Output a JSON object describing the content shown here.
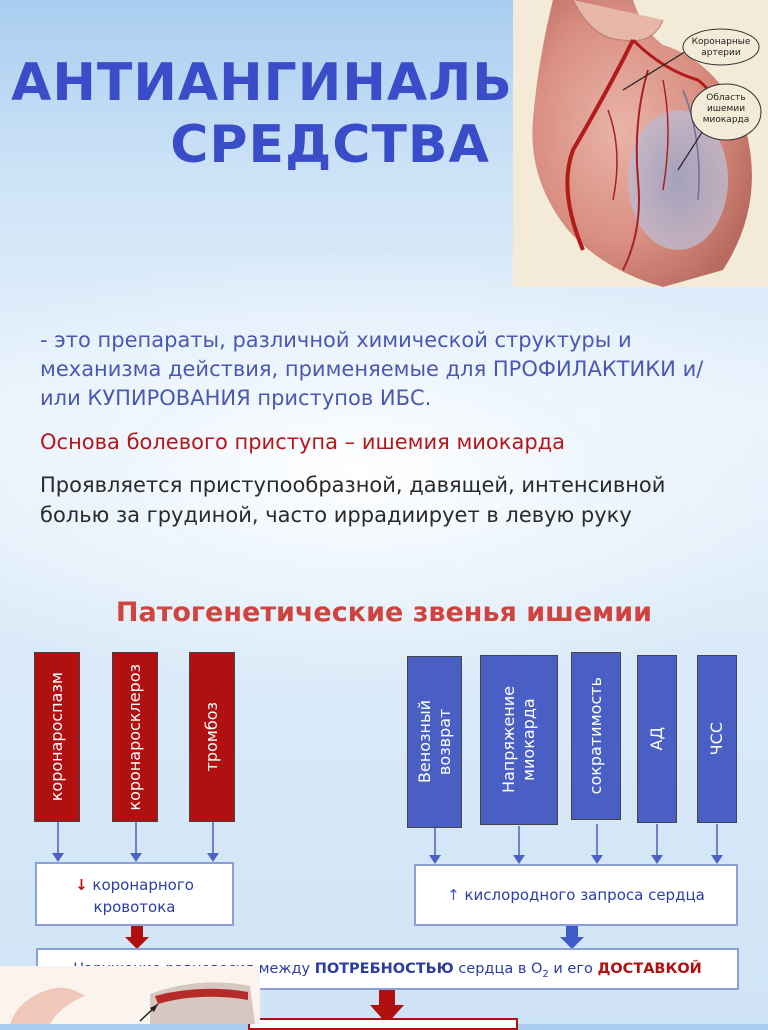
{
  "title": {
    "line1": "АНТИАНГИНАЛЬНЫЕ",
    "line2": "СРЕДСТВА"
  },
  "heart_labels": {
    "coronary": "Коронарные\nартерии",
    "ischemia": "Область\nишемии\nмиокарда"
  },
  "definition": {
    "p1": "- это препараты, различной химической  структуры и механизма действия, применяемые для ",
    "prophylaxis": "ПРОФИЛАКТИКИ",
    "p2": " и/или ",
    "relief": "КУПИРОВАНИЯ",
    "p3": " приступов ИБС."
  },
  "basis": "Основа болевого приступа – ишемия миокарда",
  "manifestation": "Проявляется приступообразной, давящей, интенсивной болью за грудиной, часто иррадиирует в левую руку",
  "pathogenesis": {
    "title": "Патогенетические звенья ишемии",
    "red_boxes": [
      "коронароспазм",
      "коронаросклероз",
      "тромбоз"
    ],
    "blue_boxes": [
      "Венозный\nвозврат",
      "Напряжение\nмиокарда",
      "сократимость",
      "АД",
      "ЧСС"
    ],
    "left_result": {
      "arrow": "↓",
      "text": "коронарного кровотока"
    },
    "right_result": {
      "arrow": "↑",
      "text": "кислородного запроса сердца"
    },
    "bottom": {
      "t1": "Нарушение равновесия между ",
      "demand": "ПОТРЕБНОСТЬЮ",
      "t2": " сердца в О",
      "sub": "2",
      "t3": " и его ",
      "supply": "ДОСТАВКОЙ"
    }
  },
  "colors": {
    "title": "#3a4dc8",
    "accent_red": "#b5171b",
    "box_red": "#b01010",
    "box_blue": "#4a5fc4"
  }
}
